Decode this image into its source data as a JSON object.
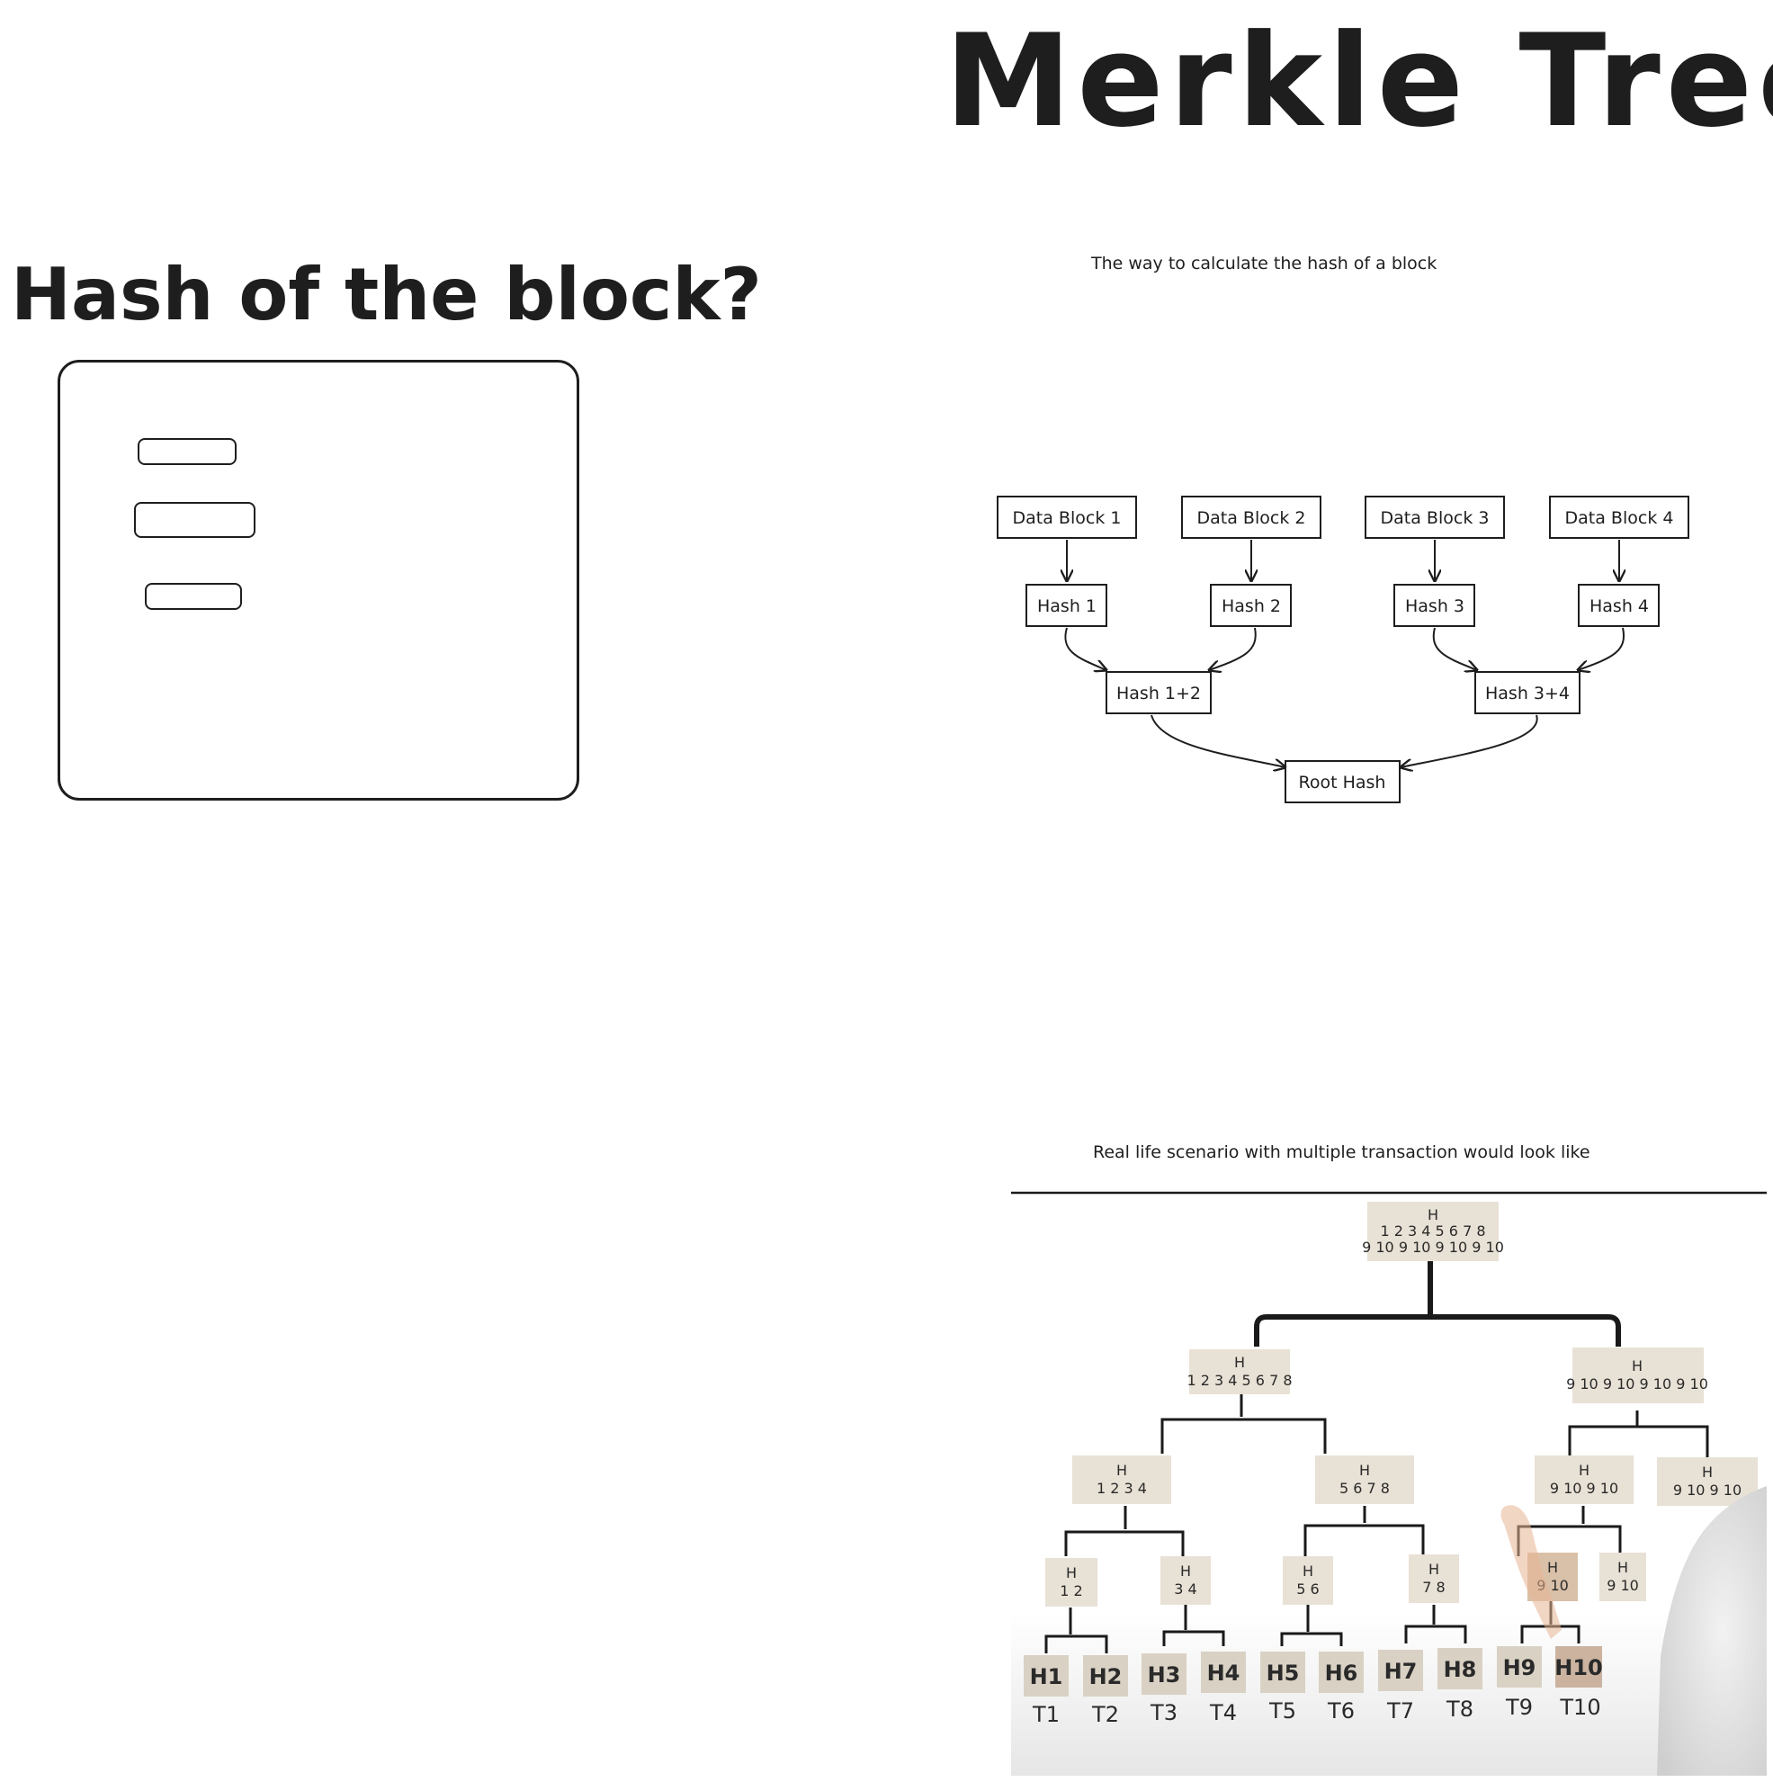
{
  "title": "Merkle Tree",
  "left_heading": "Hash of the block?",
  "caption_top": "The way to calculate the hash of a block",
  "caption_bottom": "Real life scenario with multiple transaction would look like",
  "merkle_diagram": {
    "data_blocks": [
      "Data Block 1",
      "Data Block 2",
      "Data Block 3",
      "Data Block 4"
    ],
    "hashes": [
      "Hash 1",
      "Hash 2",
      "Hash 3",
      "Hash 4"
    ],
    "pair_hashes": [
      "Hash 1+2",
      "Hash 3+4"
    ],
    "root": "Root Hash"
  },
  "transaction_tree": {
    "root": [
      "H",
      "1 2 3 4 5 6 7 8",
      "9 10 9 10 9 10 9 10"
    ],
    "level1": [
      [
        "H",
        "1 2 3 4 5 6 7 8"
      ],
      [
        "H",
        "9 10 9 10 9 10 9 10"
      ]
    ],
    "level2": [
      [
        "H",
        "1 2 3 4"
      ],
      [
        "H",
        "5 6 7 8"
      ],
      [
        "H",
        "9  10  9  10"
      ],
      [
        "H",
        "9  10  9  10"
      ]
    ],
    "level3": [
      [
        "H",
        "1 2"
      ],
      [
        "H",
        "3 4"
      ],
      [
        "H",
        "5 6"
      ],
      [
        "H",
        "7 8"
      ],
      [
        "H",
        "9 10"
      ],
      [
        "H",
        "9 10"
      ]
    ],
    "leaves": [
      "H1",
      "H2",
      "H3",
      "H4",
      "H5",
      "H6",
      "H7",
      "H8",
      "H9",
      "H10"
    ],
    "transactions": [
      "T1",
      "T2",
      "T3",
      "T4",
      "T5",
      "T6",
      "T7",
      "T8",
      "T9",
      "T10"
    ],
    "colors": {
      "node_fill": "#e8e1d5",
      "leaf_fill": "#d9d1c4",
      "line": "#1a1a1a"
    }
  }
}
